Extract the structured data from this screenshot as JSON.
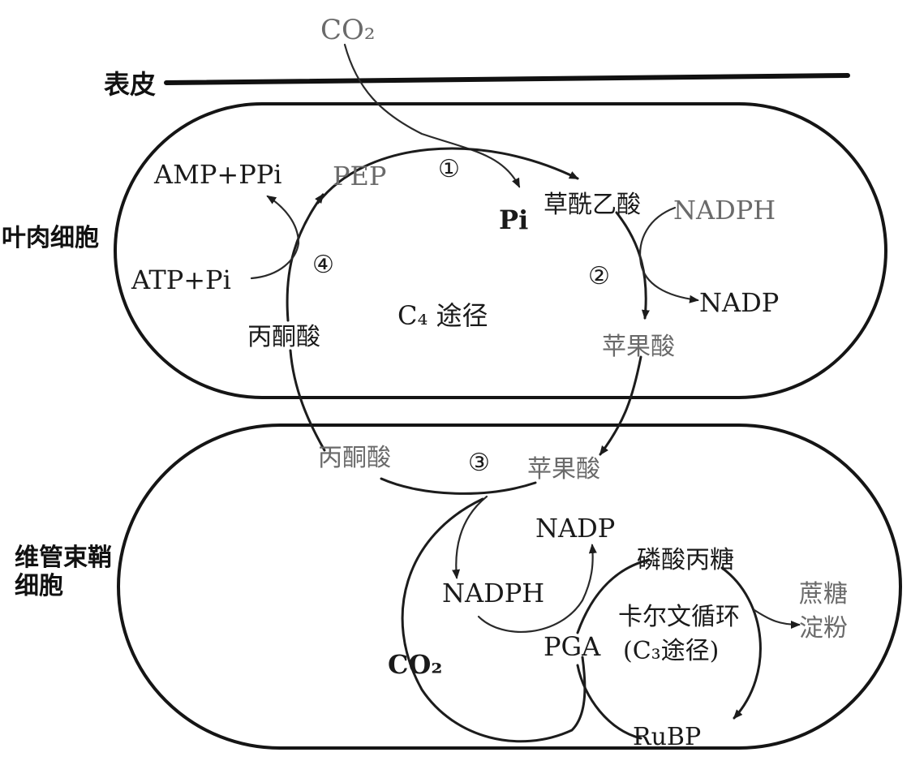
{
  "labels": {
    "co2_top": "CO₂",
    "epidermis": "表皮",
    "mesophyll_cell": "叶肉细胞",
    "bundle_sheath_cell_line1": "维管束鞘",
    "bundle_sheath_cell_line2": "细胞",
    "amp_ppi": "AMP+PPi",
    "pep": "PEP",
    "step1": "①",
    "pi_top": "Pi",
    "oxaloacetate": "草酰乙酸",
    "nadph_top": "NADPH",
    "step2": "②",
    "nadp_top": "NADP",
    "atp_pi": "ATP+Pi",
    "step4": "④",
    "c4_pathway": "C₄ 途径",
    "pyruvate_upper": "丙酮酸",
    "malate_upper": "苹果酸",
    "pyruvate_lower": "丙酮酸",
    "step3": "③",
    "malate_lower": "苹果酸",
    "nadp_lower": "NADP",
    "triose_phosphate": "磷酸丙糖",
    "nadph_lower": "NADPH",
    "calvin_cycle": "卡尔文循环",
    "c3_pathway": "(C₃途径)",
    "sucrose": "蔗糖",
    "starch": "淀粉",
    "co2_lower": "CO₂",
    "pga": "PGA",
    "rubp": "RuBP"
  }
}
